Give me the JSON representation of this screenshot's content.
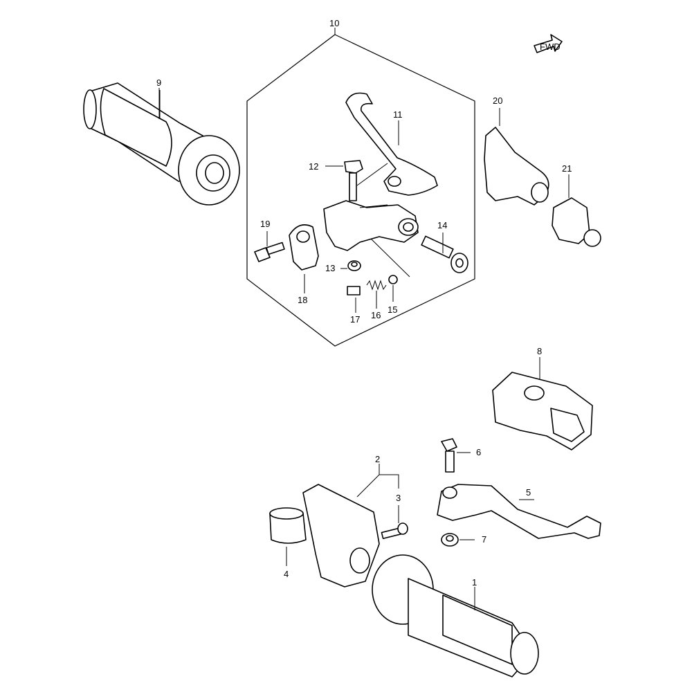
{
  "fwd_badge": "FWD",
  "labels": {
    "p1": "1",
    "p2": "2",
    "p3": "3",
    "p4": "4",
    "p5": "5",
    "p6": "6",
    "p7": "7",
    "p8": "8",
    "p9": "9",
    "p10": "10",
    "p11": "11",
    "p12": "12",
    "p13": "13",
    "p14": "14",
    "p15": "15",
    "p16": "16",
    "p17": "17",
    "p18": "18",
    "p19": "19",
    "p20": "20",
    "p21": "21"
  }
}
